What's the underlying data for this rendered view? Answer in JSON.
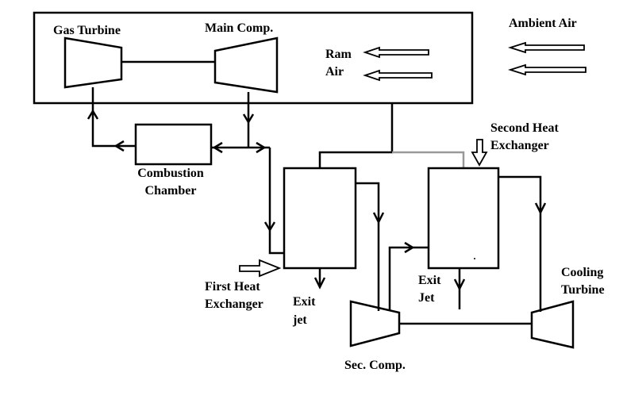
{
  "labels": {
    "gas_turbine": "Gas Turbine",
    "main_comp": "Main Comp.",
    "ram_air_1": "Ram",
    "ram_air_2": "Air",
    "ambient_air": "Ambient Air",
    "combustion_1": "Combustion",
    "combustion_2": "Chamber",
    "second_hx_1": "Second Heat",
    "second_hx_2": "Exchanger",
    "first_hx_1": "First Heat",
    "first_hx_2": "Exchanger",
    "exit_jet_1a": "Exit",
    "exit_jet_1b": "jet",
    "exit_jet_2a": "Exit",
    "exit_jet_2b": "Jet",
    "cooling_1": "Cooling",
    "cooling_2": "Turbine",
    "sec_comp": "Sec. Comp."
  },
  "colors": {
    "stroke": "#000000",
    "duct_gray": "#999999"
  }
}
